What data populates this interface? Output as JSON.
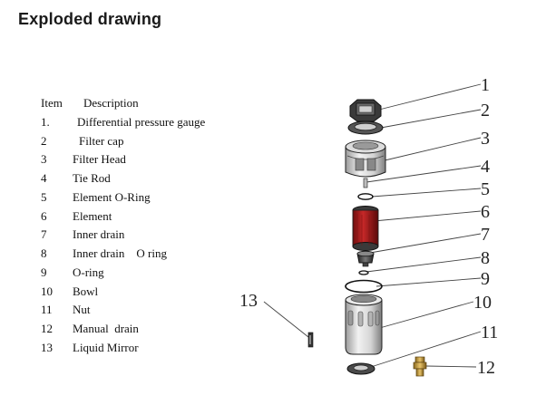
{
  "title": "Exploded drawing",
  "header": {
    "item": "Item",
    "description": "Description"
  },
  "parts": [
    {
      "num": "1.",
      "name": "Differential pressure gauge"
    },
    {
      "num": "2",
      "name": "Filter cap"
    },
    {
      "num": "3",
      "name": "Filter Head"
    },
    {
      "num": "4",
      "name": "Tie Rod"
    },
    {
      "num": "5",
      "name": "Element O-Ring"
    },
    {
      "num": "6",
      "name": "Element"
    },
    {
      "num": "7",
      "name": "Inner drain"
    },
    {
      "num": "8",
      "name": "Inner drain    O ring"
    },
    {
      "num": "9",
      "name": "O-ring"
    },
    {
      "num": "10",
      "name": "Bowl"
    },
    {
      "num": "11",
      "name": "Nut"
    },
    {
      "num": "12",
      "name": "Manual  drain"
    },
    {
      "num": "13",
      "name": "Liquid Mirror"
    }
  ],
  "callouts": [
    "1",
    "2",
    "3",
    "4",
    "5",
    "6",
    "7",
    "8",
    "9",
    "10",
    "11",
    "12",
    "13"
  ],
  "colors": {
    "element": "#b01e1e",
    "drain_brass": "#c8a24a",
    "ink": "#222222"
  }
}
